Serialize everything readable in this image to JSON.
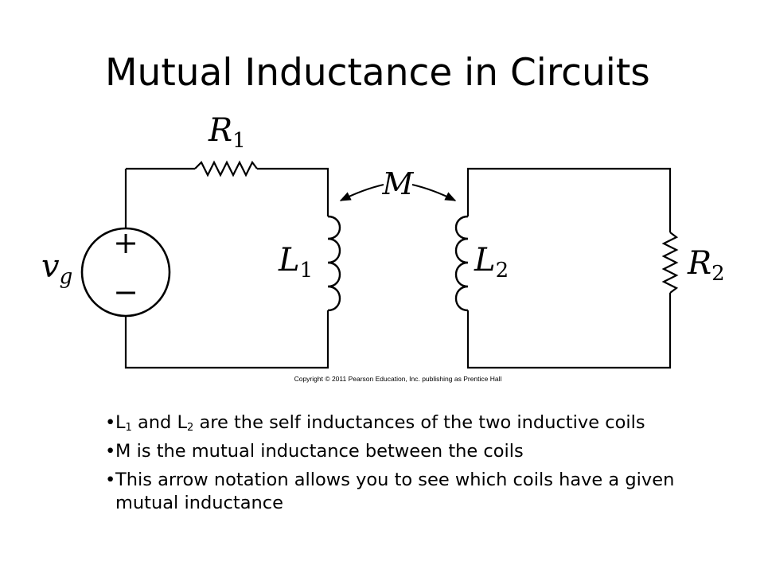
{
  "slide": {
    "title": "Mutual Inductance in Circuits"
  },
  "diagram": {
    "labels": {
      "r1_main": "R",
      "r1_sub": "1",
      "r2_main": "R",
      "r2_sub": "2",
      "l1_main": "L",
      "l1_sub": "1",
      "l2_main": "L",
      "l2_sub": "2",
      "vg_main": "v",
      "vg_sub": "g",
      "mutual": "M",
      "plus": "+",
      "minus": "−"
    },
    "copyright": "Copyright © 2011 Pearson Education, Inc. publishing as Prentice Hall"
  },
  "bullets": {
    "b1": {
      "l1_main": "L",
      "l1_sub": "1",
      "and": " and ",
      "l2_main": "L",
      "l2_sub": "2",
      "rest": " are the self inductances of the two inductive coils"
    },
    "b2": "M is the mutual inductance between the coils",
    "b3": "This arrow notation allows you to see which coils have a given mutual inductance"
  }
}
